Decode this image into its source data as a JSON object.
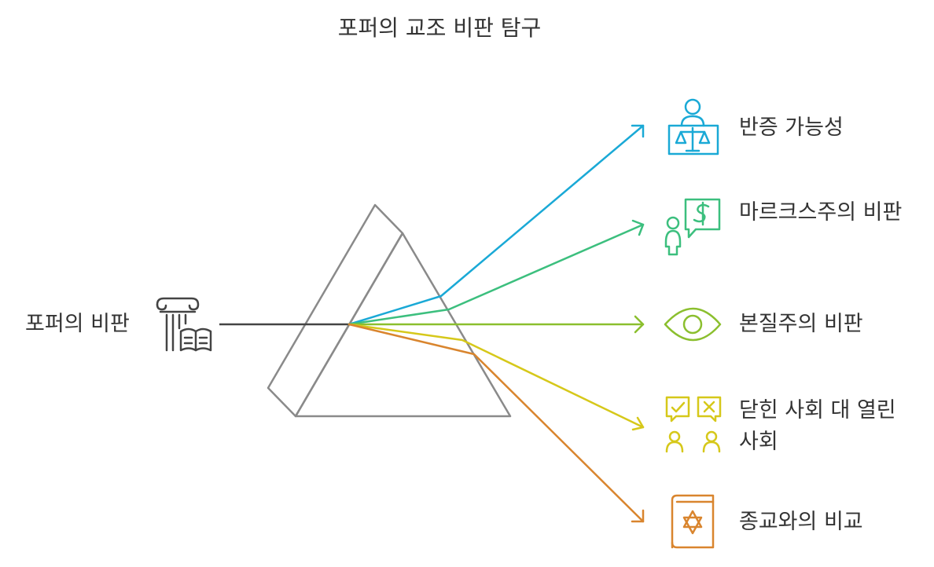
{
  "title": "포퍼의 교조 비판 탐구",
  "source": {
    "label": "포퍼의 비판",
    "icon": "column-book-icon"
  },
  "branches": [
    {
      "label": "반증 가능성",
      "icon": "scales-person-icon",
      "color": "#1aa9d6"
    },
    {
      "label": "마르크스주의 비판",
      "icon": "person-dollar-speech-icon",
      "color": "#3cbf7e"
    },
    {
      "label": "본질주의 비판",
      "icon": "eye-icon",
      "color": "#8bbf2e"
    },
    {
      "label": "닫힌 사회 대 열린 사회",
      "icon": "check-cross-people-icon",
      "color": "#d6c81a"
    },
    {
      "label": "종교와의 비교",
      "icon": "star-of-david-book-icon",
      "color": "#d9852e"
    }
  ],
  "colors": {
    "prism": "#8a8a8a",
    "source_line": "#444444",
    "text": "#333333"
  }
}
